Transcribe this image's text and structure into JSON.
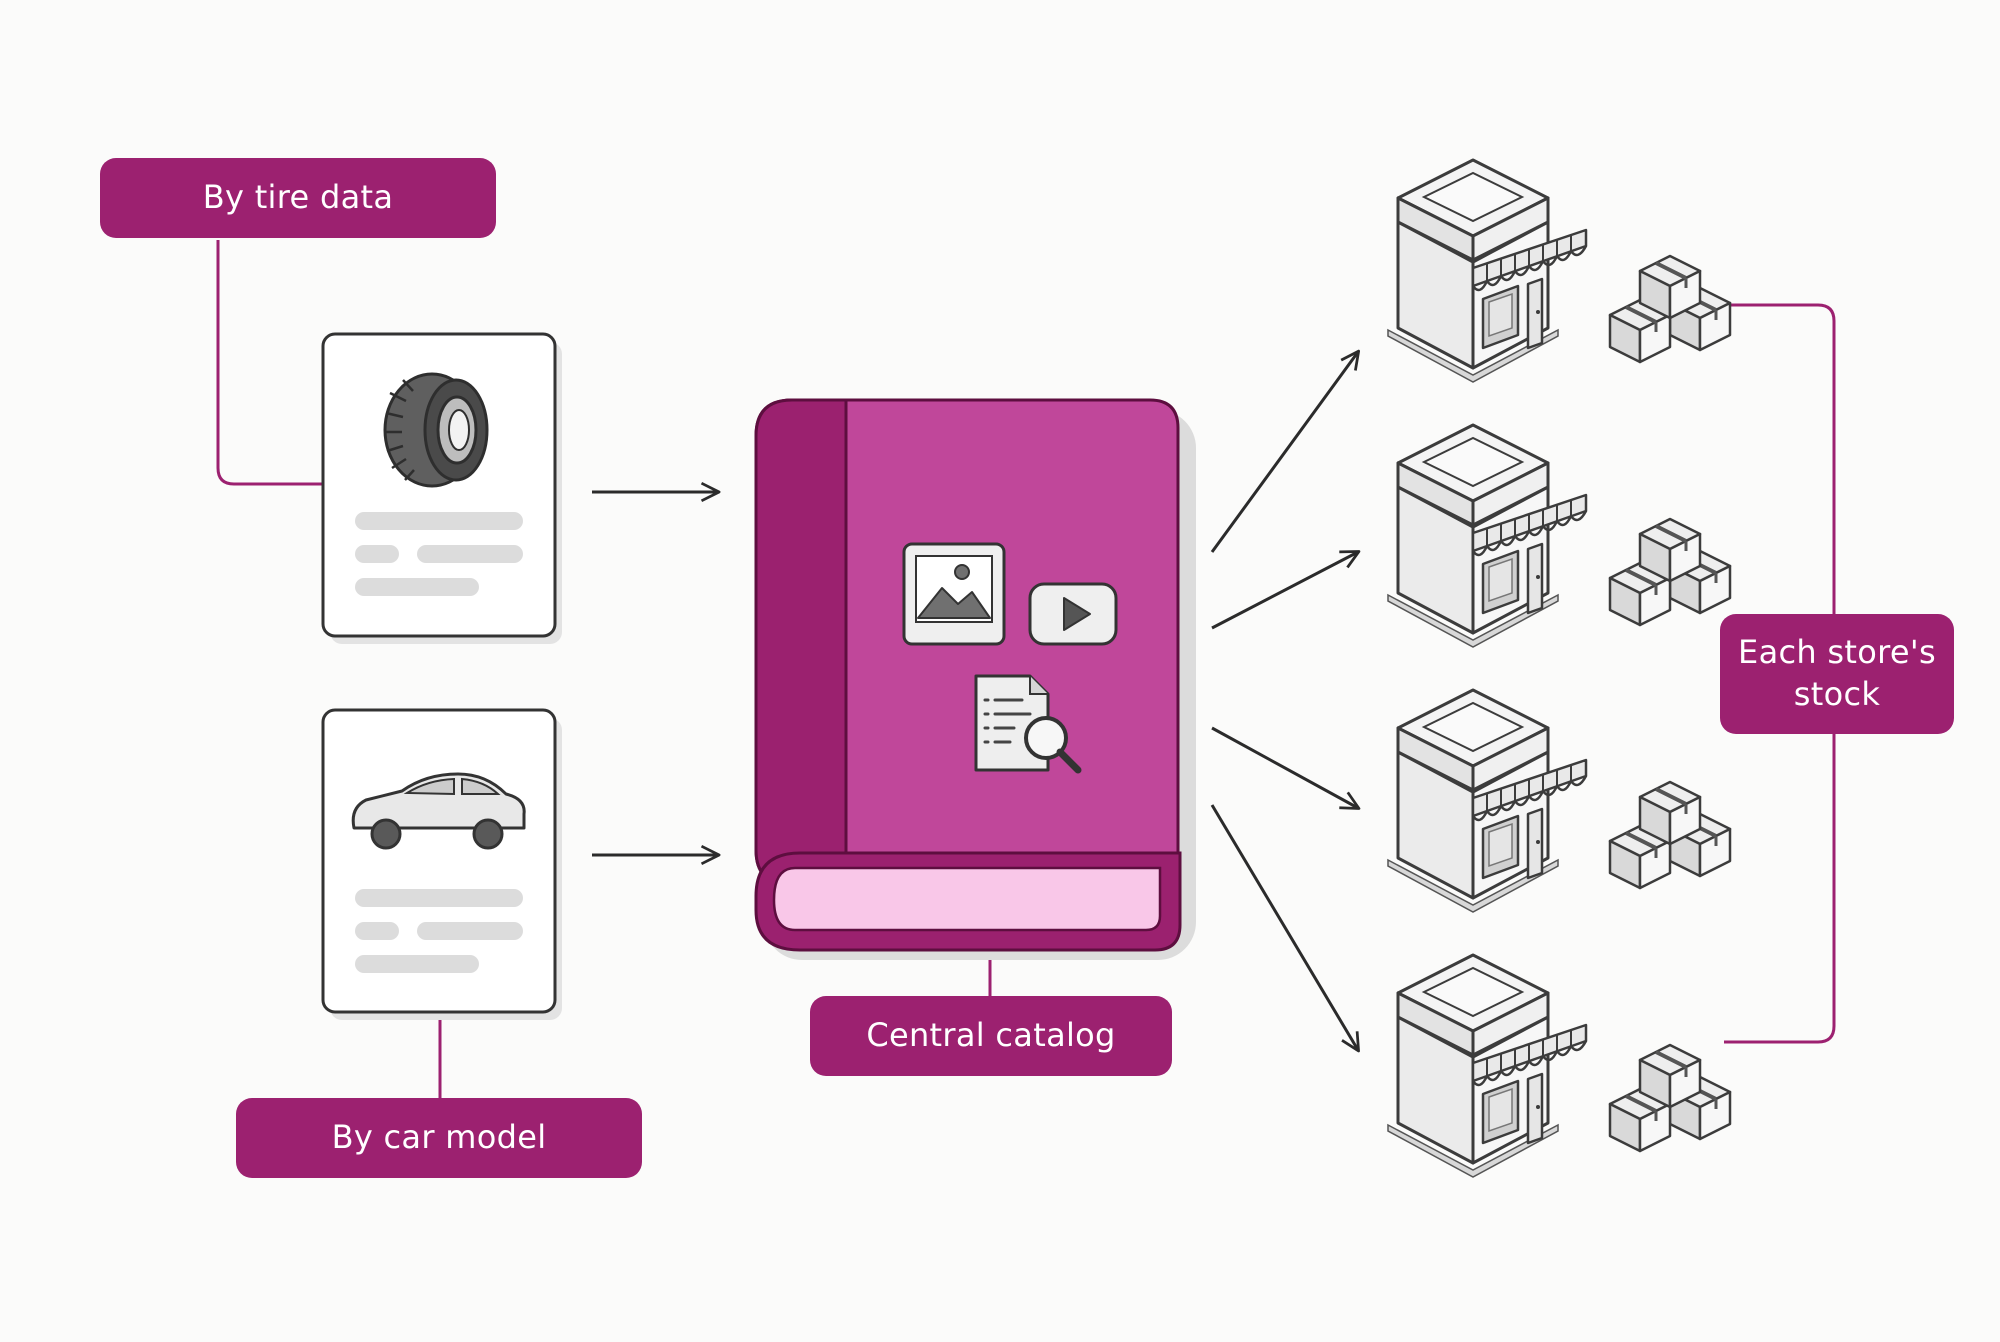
{
  "labels": {
    "tire": "By tire data",
    "car": "By car model",
    "catalog": "Central catalog",
    "stock_line1": "Each store's",
    "stock_line2": "stock"
  },
  "icons": {
    "tire_card": "tire-icon",
    "car_card": "car-icon",
    "catalog_book": "book-icon",
    "catalog_media": [
      "image-icon",
      "video-play-icon",
      "document-search-icon"
    ],
    "stores": [
      "storefront-icon",
      "storefront-icon",
      "storefront-icon",
      "storefront-icon"
    ],
    "stock": [
      "boxes-icon",
      "boxes-icon",
      "boxes-icon",
      "boxes-icon"
    ]
  },
  "colors": {
    "accent": "#9c2170",
    "book_cover": "#c0479a",
    "book_spine": "#9b216f",
    "book_pages": "#f9c7e8",
    "background": "#fbfbfa"
  }
}
